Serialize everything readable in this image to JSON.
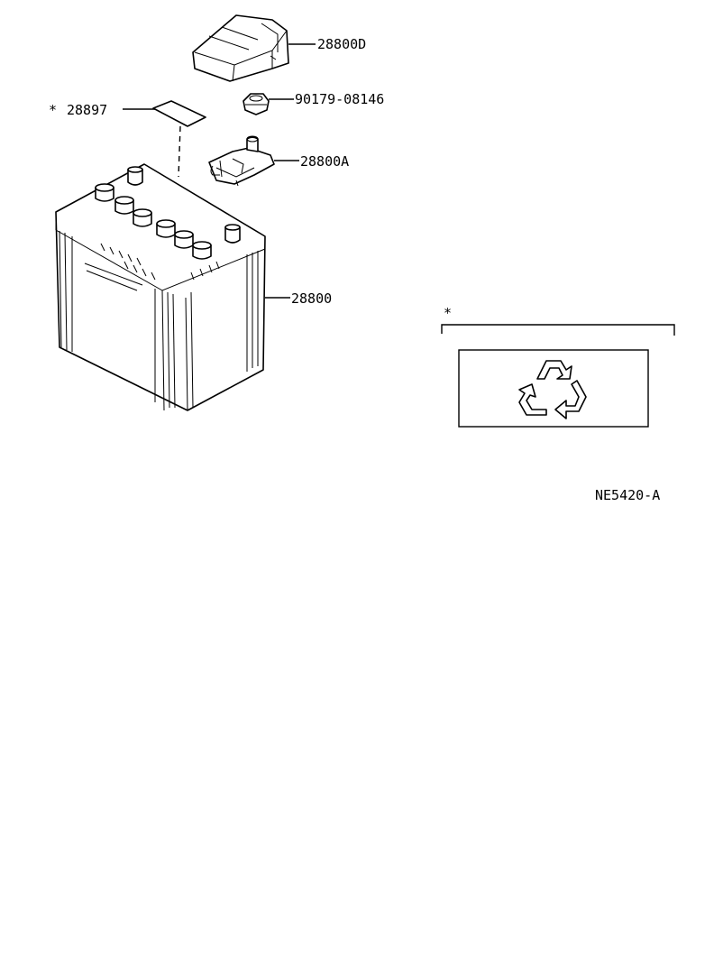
{
  "labels": {
    "cover": "28800D",
    "nut": "90179-08146",
    "label_part": "28897",
    "label_marker": "*",
    "terminal": "28800A",
    "battery": "28800",
    "note_marker": "*",
    "drawing_id": "NE5420-A"
  },
  "icons": {
    "recycle": "recycle-icon"
  }
}
